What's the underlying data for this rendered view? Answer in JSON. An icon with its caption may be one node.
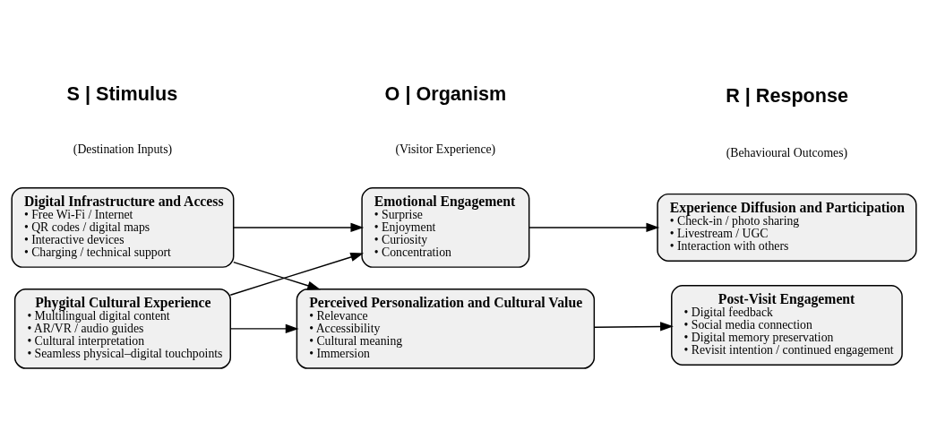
{
  "diagram": {
    "nodes": [
      {
        "text": [
          "Digital Infrastructure and Access",
          "• Free Wi-Fi / Internet",
          "• QR codes / digital maps",
          "• Interactive devices",
          "• Charging / technical support"
        ]
      },
      {
        "text": [
          "Phygital Cultural Experience",
          "• Multilingual digital content",
          "• AR/VR / audio guides",
          "• Cultural interpretation",
          "• Seamless physical–digital touchpoints"
        ]
      },
      {
        "text": [
          "Emotional Engagement",
          "• Surprise",
          "• Enjoyment",
          "• Curiosity",
          "• Concentration"
        ]
      },
      {
        "text": [
          "Perceived Personalization and Cultural Value",
          "• Relevance",
          "• Accessibility",
          "• Cultural meaning",
          "• Immersion"
        ]
      },
      {
        "text": [
          "Experience Diffusion and Participation",
          "• Check-in / photo sharing",
          "• Livestream / UGC",
          "• Interaction with others"
        ]
      },
      {
        "text": [
          "Post-Visit Engagement",
          "• Digital feedback",
          "• Social media connection",
          "• Digital memory preservation",
          "• Revisit intention / continued engagement"
        ]
      }
    ],
    "edges": [
      {
        "from": 0,
        "to": 2,
        "arrow": "to"
      },
      {
        "from": 0,
        "to": 3,
        "arrow": "to"
      },
      {
        "from": 1,
        "to": 2,
        "arrow": "to"
      },
      {
        "from": 1,
        "to": 3,
        "arrow": "to"
      },
      {
        "from": 2,
        "to": 4,
        "arrow": "to"
      },
      {
        "from": 3,
        "to": 5,
        "arrow": "to"
      }
    ],
    "labels": [
      "S | Stimulus",
      "(Destination Inputs)",
      "O | Organism",
      "(Visitor Experience)",
      "R | Response",
      "(Behavioural Outcomes)"
    ]
  }
}
